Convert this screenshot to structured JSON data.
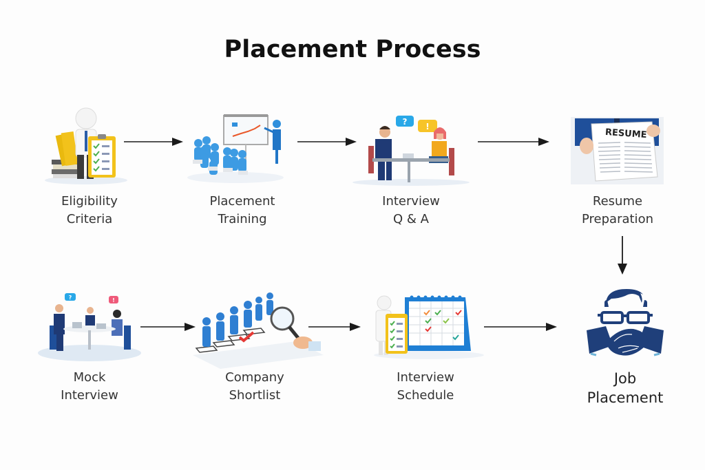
{
  "title": "Placement Process",
  "steps": [
    {
      "id": "eligibility",
      "line1": "Eligibility",
      "line2": "Criteria",
      "icon": "checklist-person-icon"
    },
    {
      "id": "training",
      "line1": "Placement",
      "line2": "Training",
      "icon": "presentation-training-icon"
    },
    {
      "id": "interview-qa",
      "line1": "Interview",
      "line2": "Q & A",
      "icon": "interview-conversation-icon"
    },
    {
      "id": "resume",
      "line1": "Resume",
      "line2": "Preparation",
      "icon": "resume-document-icon"
    },
    {
      "id": "mock",
      "line1": "Mock",
      "line2": "Interview",
      "icon": "mock-interview-table-icon"
    },
    {
      "id": "shortlist",
      "line1": "Company",
      "line2": "Shortlist",
      "icon": "shortlist-magnifier-icon"
    },
    {
      "id": "schedule",
      "line1": "Interview",
      "line2": "Schedule",
      "icon": "calendar-schedule-icon"
    },
    {
      "id": "job",
      "line1": "Job",
      "line2": "Placement",
      "icon": "handshake-icon"
    }
  ],
  "resume_heading": "RESUME",
  "bubbles": {
    "question": "?",
    "exclaim": "!"
  },
  "colors": {
    "arrow": "#1a1a1a",
    "brand_blue": "#1f3f7a",
    "figure_blue": "#2f8fdc",
    "clipboard_yellow": "#f2c21b",
    "check_green": "#4caf50",
    "check_red": "#e53935"
  }
}
